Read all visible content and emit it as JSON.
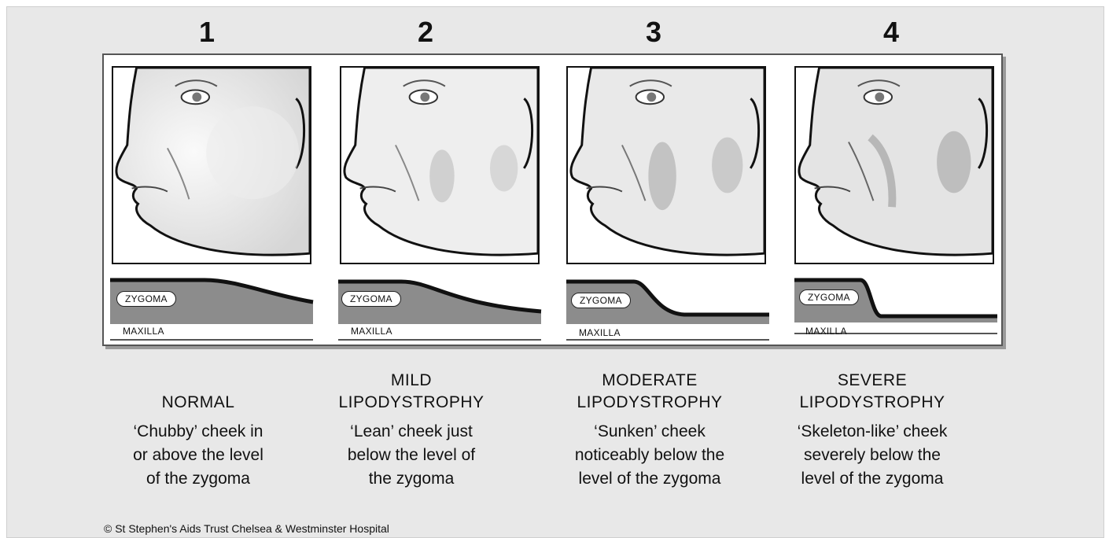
{
  "stages": [
    {
      "number": "1",
      "grade_line1": "",
      "grade_line2": "NORMAL",
      "desc": [
        "‘Chubby’ cheek in",
        "or above the level",
        "of the zygoma"
      ],
      "zygoma_label": "ZYGOMA",
      "maxilla_label": "MAXILLA"
    },
    {
      "number": "2",
      "grade_line1": "MILD",
      "grade_line2": "LIPODYSTROPHY",
      "desc": [
        "‘Lean’ cheek just",
        "below the level of",
        "the zygoma"
      ],
      "zygoma_label": "ZYGOMA",
      "maxilla_label": "MAXILLA"
    },
    {
      "number": "3",
      "grade_line1": "MODERATE",
      "grade_line2": "LIPODYSTROPHY",
      "desc": [
        "‘Sunken’ cheek",
        "noticeably below the",
        "level of the zygoma"
      ],
      "zygoma_label": "ZYGOMA",
      "maxilla_label": "MAXILLA"
    },
    {
      "number": "4",
      "grade_line1": "SEVERE",
      "grade_line2": "LIPODYSTROPHY",
      "desc": [
        "‘Skeleton-like’ cheek",
        "severely below the",
        "level of the zygoma"
      ],
      "zygoma_label": "ZYGOMA",
      "maxilla_label": "MAXILLA"
    }
  ],
  "copyright": "©  St Stephen's Aids Trust Chelsea & Westminster Hospital",
  "colors": {
    "fill_gray": "#8c8c8c",
    "line": "#111111",
    "background": "#e8e8e8"
  }
}
